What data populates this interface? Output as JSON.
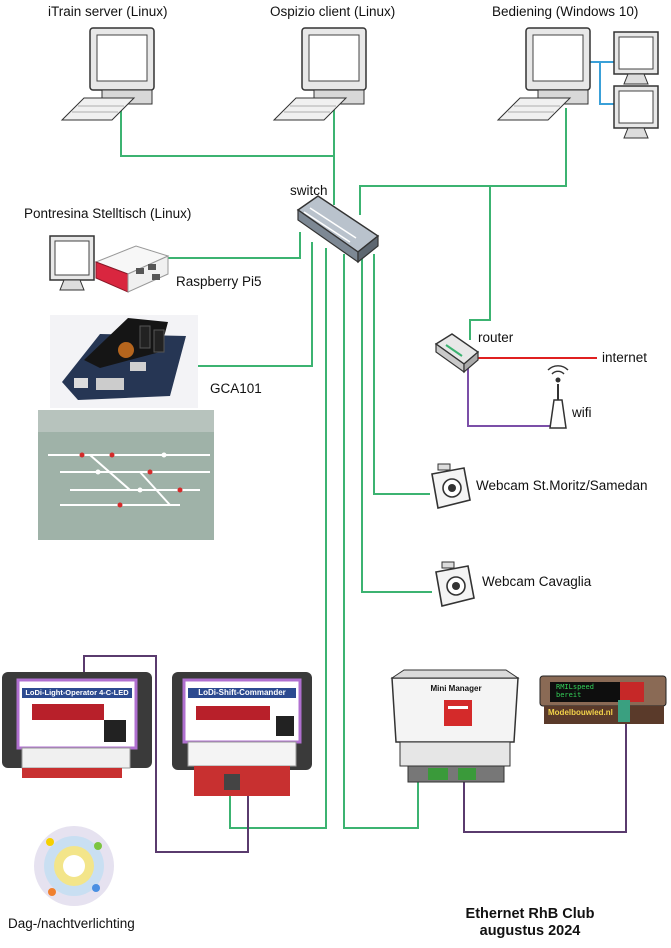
{
  "labels": {
    "itrain": "iTrain server (Linux)",
    "ospizio": "Ospizio client (Linux)",
    "bediening": "Bediening (Windows 10)",
    "switch": "switch",
    "pontresina": "Pontresina Stelltisch (Linux)",
    "raspberry": "Raspberry Pi5",
    "router": "router",
    "internet": "internet",
    "wifi": "wifi",
    "gca": "GCA101",
    "webcam1": "Webcam St.Moritz/Samedan",
    "webcam2": "Webcam Cavaglia",
    "lighting": "Dag-/nachtverlichting"
  },
  "devices": {
    "lodi_light": "LoDi-Light-Operator  4-C-LED",
    "lodi_shift": "LoDi-Shift-Commander",
    "mini_manager": "Mini Manager",
    "modelbouwled": "Modelbouwled.nl",
    "lcd_line1": "RMILspeed",
    "lcd_line2": "bereit"
  },
  "footer": {
    "line1": "Ethernet RhB Club",
    "line2": "augustus 2024"
  },
  "colors": {
    "ethernet": "#3cb371",
    "internet": "#e02020",
    "wifi": "#7b4fa8",
    "bus": "#5a3b6e",
    "display": "#3aa0d8"
  }
}
